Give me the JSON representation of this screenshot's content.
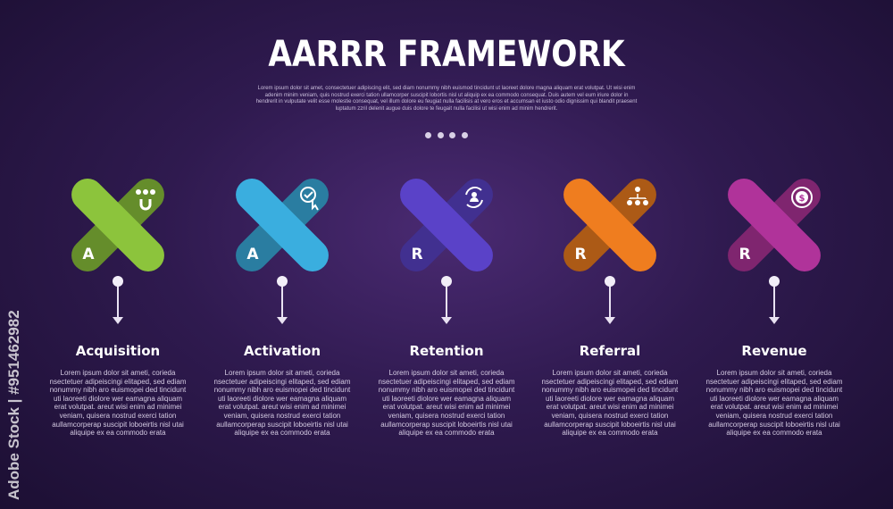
{
  "header": {
    "title": "AARRR FRAMEWORK",
    "subtitle": "Lorem ipsum dolor sit amet, consectetuer adipiscing elit, sed diam nonummy nibh euismod tincidunt ut laoreet dolore magna aliquam erat volutpat. Ut wisi enim adenim minim veniam, quis nostrud exerci tation ullamcorper suscipit lobortis nisl ut aliquip ex ea commodo consequat. Duis autem vel eum iriure dolor in hendrerit in vulputate velit esse molestie consequat, vel illum dolore eu feugiat nulla facilisis at vero eros et accumsan et iusto odio dignissim qui blandit praesent luptatum zzril delenit augue duis dolore te feugait nulla facilisi ut wisi enim ad minim hendrerit."
  },
  "steps": [
    {
      "letter": "A",
      "label": "Acquisition",
      "icon": "users-magnet-icon",
      "color": "#8cc43c",
      "desc": "Lorem ipsum dolor sit ameti, corieda nsectetuer adipeiscingi elitaped, sed ediam nonummy nibh aro euismopei ded tincidunt uti laoreeti diolore wer eamagna aliquam erat volutpat. areut wisi enim ad minimei veniam, quisera nostrud exerci tation aullamcorperap suscipit loboeirtis nisl utai aliquipe ex ea commodo erata"
    },
    {
      "letter": "A",
      "label": "Activation",
      "icon": "click-check-icon",
      "color": "#3aaedf",
      "desc": "Lorem ipsum dolor sit ameti, corieda nsectetuer adipeiscingi elitaped, sed ediam nonummy nibh aro euismopei ded tincidunt uti laoreeti diolore wer eamagna aliquam erat volutpat. areut wisi enim ad minimei veniam, quisera nostrud exerci tation aullamcorperap suscipit loboeirtis nisl utai aliquipe ex ea commodo erata"
    },
    {
      "letter": "R",
      "label": "Retention",
      "icon": "user-refresh-icon",
      "color": "#5a42c8",
      "desc": "Lorem ipsum dolor sit ameti, corieda nsectetuer adipeiscingi elitaped, sed ediam nonummy nibh aro euismopei ded tincidunt uti laoreeti diolore wer eamagna aliquam erat volutpat. areut wisi enim ad minimei veniam, quisera nostrud exerci tation aullamcorperap suscipit loboeirtis nisl utai aliquipe ex ea commodo erata"
    },
    {
      "letter": "R",
      "label": "Referral",
      "icon": "network-users-icon",
      "color": "#ef7d1f",
      "desc": "Lorem ipsum dolor sit ameti, corieda nsectetuer adipeiscingi elitaped, sed ediam nonummy nibh aro euismopei ded tincidunt uti laoreeti diolore wer eamagna aliquam erat volutpat. areut wisi enim ad minimei veniam, quisera nostrud exerci tation aullamcorperap suscipit loboeirtis nisl utai aliquipe ex ea commodo erata"
    },
    {
      "letter": "R",
      "label": "Revenue",
      "icon": "dollar-coin-icon",
      "color": "#b0339a",
      "desc": "Lorem ipsum dolor sit ameti, corieda nsectetuer adipeiscingi elitaped, sed ediam nonummy nibh aro euismopei ded tincidunt uti laoreeti diolore wer eamagna aliquam erat volutpat. areut wisi enim ad minimei veniam, quisera nostrud exerci tation aullamcorperap suscipit loboeirtis nisl utai aliquipe ex ea commodo erata"
    }
  ],
  "watermark": "Adobe Stock | #951462982"
}
